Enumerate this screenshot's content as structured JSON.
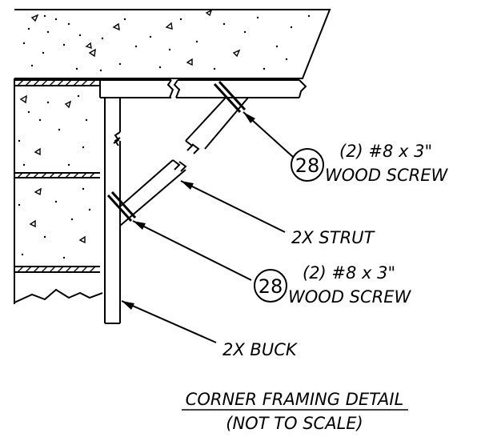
{
  "callouts": [
    {
      "tag_number": "28",
      "line1": "(2)  #8  x  3\"",
      "line2": "WOOD  SCREW"
    },
    {
      "tag_number": "28",
      "line1": "(2)  #8  x  3\"",
      "line2": "WOOD  SCREW"
    }
  ],
  "labels": {
    "strut": "2X  STRUT",
    "buck": "2X  BUCK"
  },
  "title": {
    "main": "CORNER  FRAMING  DETAIL",
    "sub": "(NOT  TO  SCALE)"
  },
  "colors": {
    "line": "#000000",
    "background": "#ffffff"
  }
}
